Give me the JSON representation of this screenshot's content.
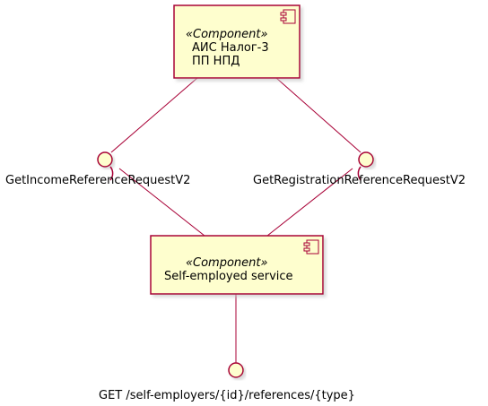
{
  "colors": {
    "component_fill": "#FEFECE",
    "component_border": "#A80036",
    "line": "#A80036",
    "shadow": "#C8C8C8"
  },
  "components": {
    "ais": {
      "stereotype": "«Component»",
      "name_line1": "АИС Налог-3",
      "name_line2": "ПП НПД",
      "icon": "component-icon"
    },
    "self_employed": {
      "stereotype": "«Component»",
      "name": "Self-employed service",
      "icon": "component-icon"
    }
  },
  "interfaces": {
    "income": {
      "label": "GetIncomeReferenceRequestV2"
    },
    "registration": {
      "label": "GetRegistrationReferenceRequestV2"
    },
    "get": {
      "label": "GET /self-employers/{id}/references/{type}"
    }
  }
}
